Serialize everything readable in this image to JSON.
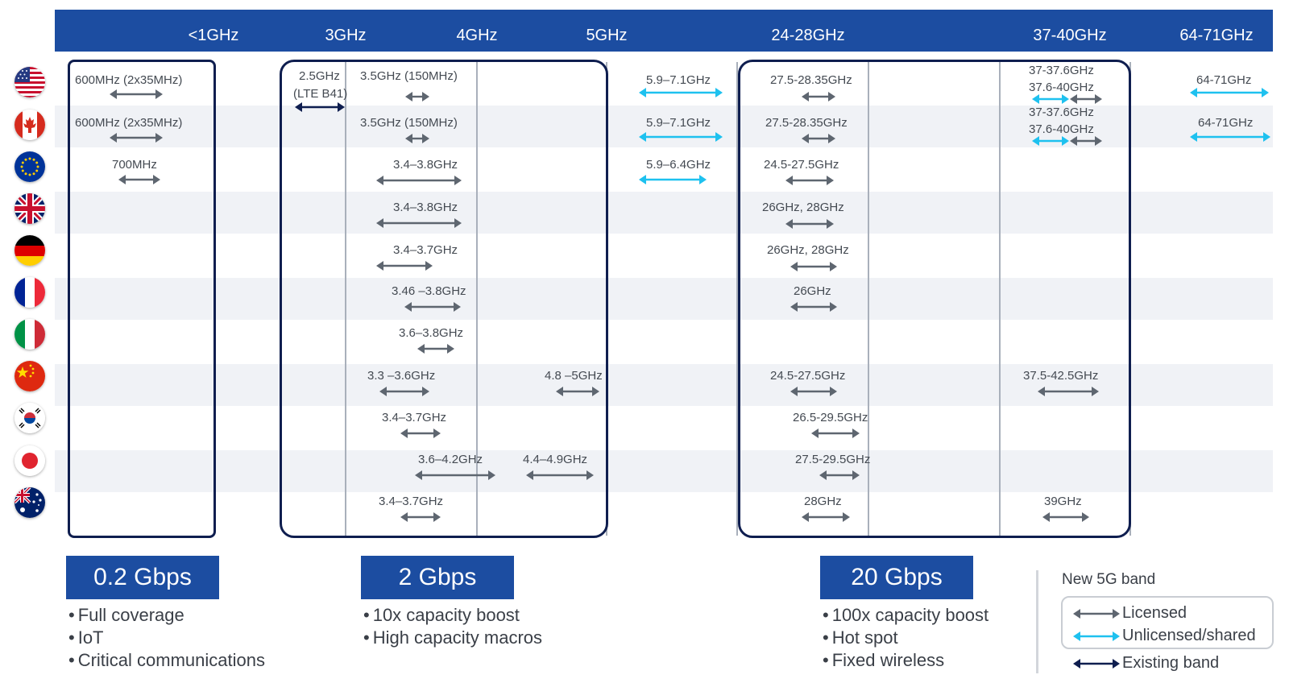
{
  "colors": {
    "header": "#1c4da1",
    "licensed": "#5e6670",
    "unlicensed": "#1ec1ef",
    "existing": "#0f1e4f",
    "box_border": "#0f1e4f",
    "row_band": "#f0f2f6"
  },
  "header": {
    "labels": [
      "<1GHz",
      "3GHz",
      "4GHz",
      "5GHz",
      "24-28GHz",
      "37-40GHz",
      "64-71GHz"
    ]
  },
  "countries": [
    "flag-usa-icon",
    "flag-canada-icon",
    "flag-eu-icon",
    "flag-uk-icon",
    "flag-germany-icon",
    "flag-france-icon",
    "flag-italy-icon",
    "flag-china-icon",
    "flag-korea-icon",
    "flag-japan-icon",
    "flag-australia-icon"
  ],
  "bands": {
    "usa": {
      "low": "600MHz (2x35MHz)",
      "lte": "2.5GHz",
      "lte_sub": "(LTE B41)",
      "mid": "3.5GHz (150MHz)",
      "unlicensed_5g": "5.9–7.1GHz",
      "mm24": "27.5-28.35GHz",
      "mm37a": "37-37.6GHz",
      "mm37b": "37.6-40GHz",
      "mm64": "64-71GHz"
    },
    "canada": {
      "low": "600MHz (2x35MHz)",
      "mid": "3.5GHz (150MHz)",
      "unlicensed_5g": "5.9–7.1GHz",
      "mm24": "27.5-28.35GHz",
      "mm37a": "37-37.6GHz",
      "mm37b": "37.6-40GHz",
      "mm64": "64-71GHz"
    },
    "eu": {
      "low": "700MHz",
      "mid": "3.4–3.8GHz",
      "unlicensed_5g": "5.9–6.4GHz",
      "mm24": "24.5-27.5GHz"
    },
    "uk": {
      "mid": "3.4–3.8GHz",
      "mm24": "26GHz, 28GHz"
    },
    "germany": {
      "mid": "3.4–3.7GHz",
      "mm24": "26GHz, 28GHz"
    },
    "france": {
      "mid": "3.46 –3.8GHz",
      "mm24": "26GHz"
    },
    "italy": {
      "mid": "3.6–3.8GHz"
    },
    "china": {
      "mid": "3.3 –3.6GHz",
      "mid_hi": "4.8 –5GHz",
      "mm24": "24.5-27.5GHz",
      "mm37": "37.5-42.5GHz"
    },
    "korea": {
      "mid": "3.4–3.7GHz",
      "mm24": "26.5-29.5GHz"
    },
    "japan": {
      "mid": "3.6–4.2GHz",
      "mid_hi": "4.4–4.9GHz",
      "mm24": "27.5-29.5GHz"
    },
    "australia": {
      "mid": "3.4–3.7GHz",
      "mm24": "28GHz",
      "mm37": "39GHz"
    }
  },
  "capacity": [
    {
      "speed": "0.2 Gbps",
      "bullets": [
        "Full coverage",
        "IoT",
        "Critical communications"
      ]
    },
    {
      "speed": "2 Gbps",
      "bullets": [
        "10x capacity boost",
        "High capacity macros"
      ]
    },
    {
      "speed": "20 Gbps",
      "bullets": [
        "100x capacity boost",
        "Hot spot",
        "Fixed wireless"
      ]
    }
  ],
  "legend": {
    "title": "New 5G band",
    "licensed": "Licensed",
    "unlicensed": "Unlicensed/shared",
    "existing": "Existing band"
  }
}
